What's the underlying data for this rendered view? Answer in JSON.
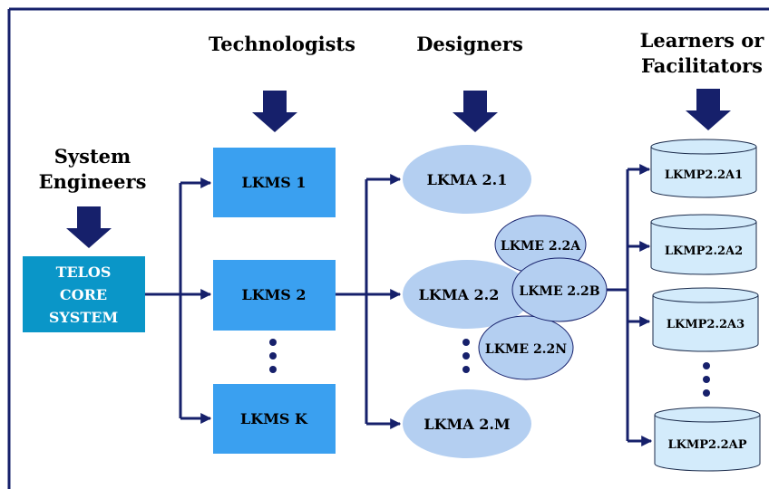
{
  "headers": {
    "system_engineers": [
      "System",
      "Engineers"
    ],
    "technologists": "Technologists",
    "designers": "Designers",
    "learners": [
      "Learners or",
      "Facilitators"
    ]
  },
  "core": {
    "lines": [
      "TELOS",
      "CORE",
      "SYSTEM"
    ]
  },
  "lkms": {
    "items": [
      "LKMS 1",
      "LKMS 2",
      "LKMS K"
    ]
  },
  "lkma": {
    "items": [
      "LKMA 2.1",
      "LKMA 2.2",
      "LKMA 2.M"
    ]
  },
  "lkme": {
    "items": [
      "LKME 2.2A",
      "LKME 2.2B",
      "LKME 2.2N"
    ]
  },
  "lkmp": {
    "items": [
      "LKMP2.2A1",
      "LKMP2.2A2",
      "LKMP2.2A3",
      "LKMP2.2AP"
    ]
  },
  "colors": {
    "core_fill": "#0a96c8",
    "box_fill": "#3aa0f0",
    "ellipse_fill": "#b4cff1",
    "cylinder_fill": "#d3ebfb",
    "arrow": "#16206b",
    "frame": "#16206b"
  }
}
